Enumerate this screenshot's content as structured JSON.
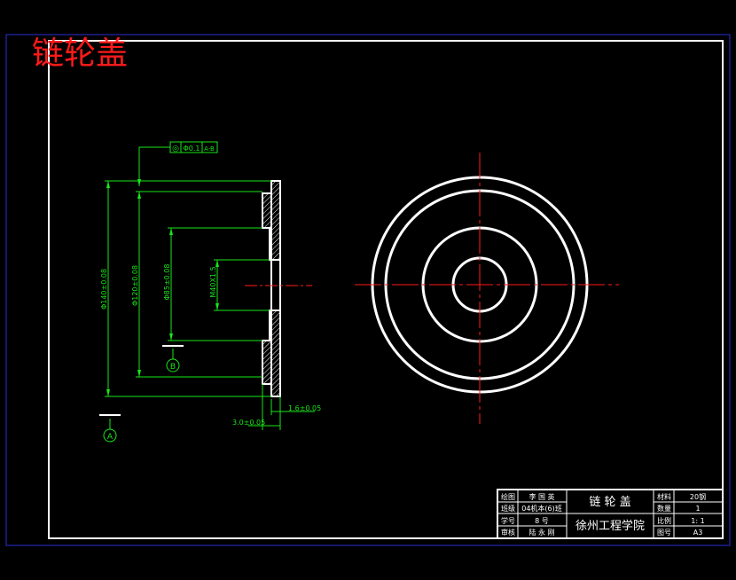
{
  "drawing": {
    "title": "链轮盖",
    "colors": {
      "background": "#000000",
      "outer_frame": "#2b2bd9",
      "border": "#ffffff",
      "dimension": "#19e619",
      "centerline": "#ff1a1a",
      "title_text": "#ff1a1a"
    }
  },
  "annotations": {
    "tolerance_frame": [
      "◎",
      "Φ0.1",
      "A-B"
    ],
    "datum_a": "A",
    "datum_b": "B",
    "dim_outer_dia": "Φ140±0.08",
    "dim_dia_2": "Φ120±0.08",
    "dim_dia_3": "Φ85±0.08",
    "dim_thread": "M40X1.5",
    "dim_thickness": "3.0±0.05",
    "dim_step": "1.6±0.05"
  },
  "title_block": {
    "drawn_label": "绘图",
    "drawn_value": "李 国 英",
    "class_label": "班级",
    "class_value": "04机本(6)班",
    "student_no_label": "学号",
    "student_no_value": "8 号",
    "review_label": "审核",
    "review_value": "陆 永 刚",
    "part_name": "链 轮 盖",
    "school": "徐州工程学院",
    "material_label": "材料",
    "material_value": "20钢",
    "quantity_label": "数量",
    "quantity_value": "1",
    "scale_label": "比例",
    "scale_value": "1: 1",
    "sheet_label": "图号",
    "sheet_value": "A3"
  }
}
